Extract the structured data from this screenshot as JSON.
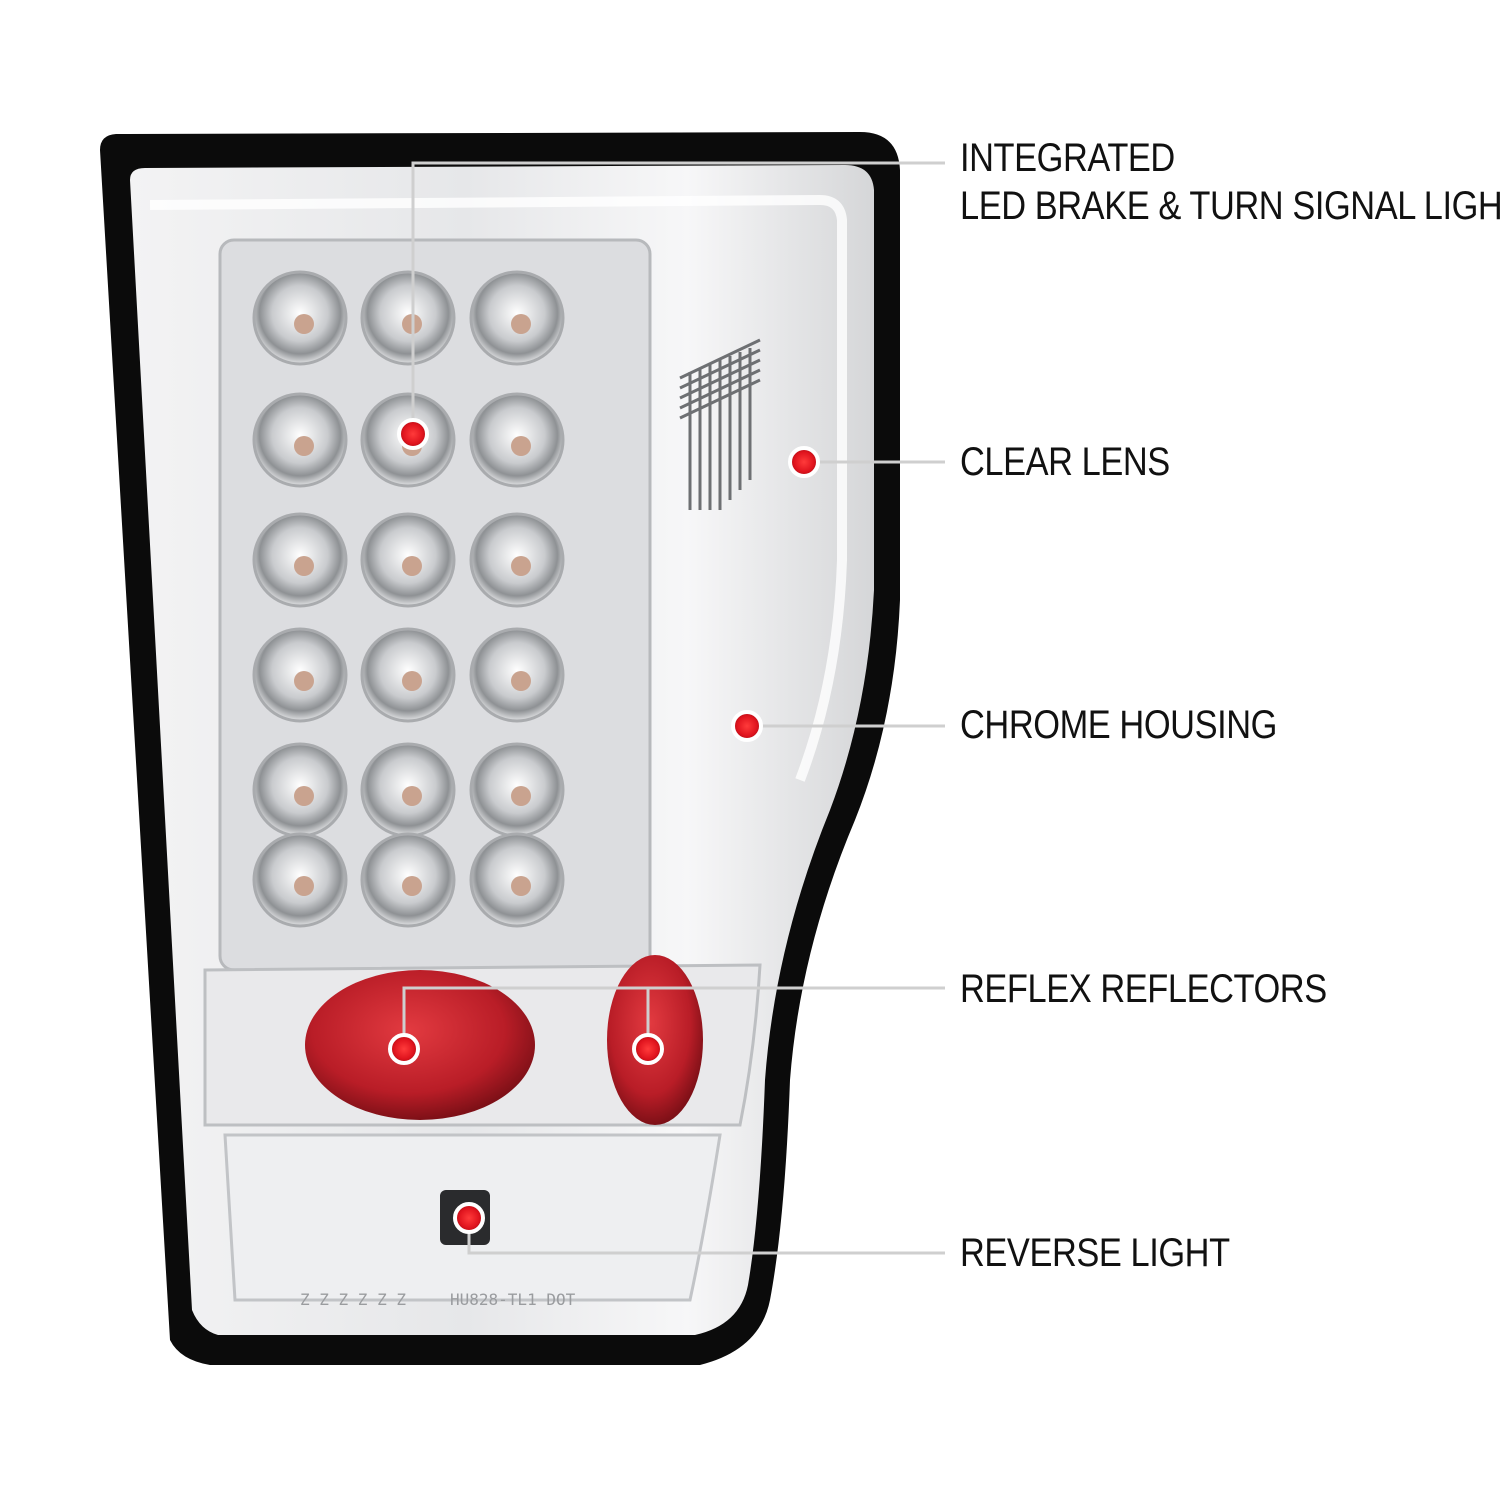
{
  "diagram": {
    "product": "tail-light",
    "callouts": [
      {
        "id": "led",
        "lines": [
          "INTEGRATED",
          "LED BRAKE & TURN SIGNAL LIGHT"
        ]
      },
      {
        "id": "lens",
        "lines": [
          "CLEAR LENS"
        ]
      },
      {
        "id": "housing",
        "lines": [
          "CHROME HOUSING"
        ]
      },
      {
        "id": "reflectors",
        "lines": [
          "REFLEX REFLECTORS"
        ]
      },
      {
        "id": "reverse",
        "lines": [
          "REVERSE LIGHT"
        ]
      }
    ],
    "colors": {
      "accent_dot": "#e0141e",
      "leader_line": "#cfcfcf",
      "chrome": "#d9dadc",
      "frame": "#0b0b0b",
      "reflector": "#c0202a",
      "text": "#111111"
    }
  }
}
